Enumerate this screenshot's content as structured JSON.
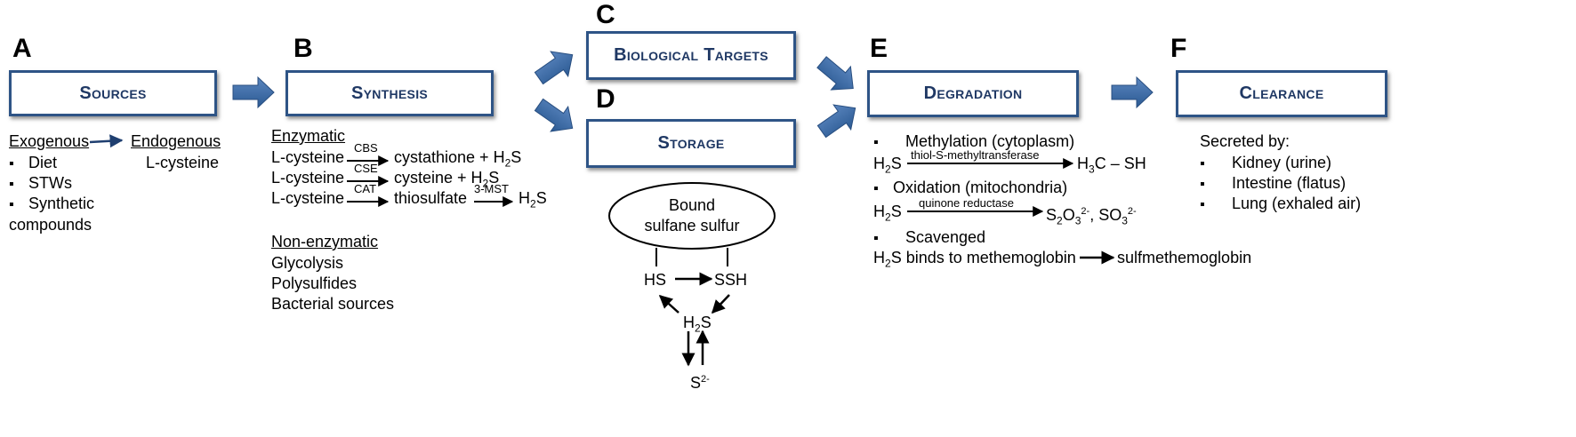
{
  "panels": {
    "A": {
      "letter": "A",
      "title": "Sources"
    },
    "B": {
      "letter": "B",
      "title": "Synthesis"
    },
    "C": {
      "letter": "C",
      "title": "Biological Targets"
    },
    "D": {
      "letter": "D",
      "title": "Storage"
    },
    "E": {
      "letter": "E",
      "title": "Degradation"
    },
    "F": {
      "letter": "F",
      "title": "Clearance"
    }
  },
  "sources": {
    "exogenous": "Exogenous",
    "endogenous": "Endogenous",
    "endogenous_item": "L-cysteine",
    "items": [
      "Diet",
      "STWs",
      "Synthetic"
    ],
    "items_wrap": "compounds"
  },
  "synthesis": {
    "enzymatic_header": "Enzymatic",
    "reactions": [
      {
        "substrate": "L-cysteine",
        "enzyme": "CBS",
        "product": "cystathione + H",
        "product_sub": "2",
        "product_tail": "S"
      },
      {
        "substrate": "L-cysteine",
        "enzyme": "CSE",
        "product": "cysteine + H",
        "product_sub": "2",
        "product_tail": "S"
      },
      {
        "substrate": "L-cysteine",
        "enzyme": "CAT",
        "product": "thiosulfate",
        "enzyme2": "3-MST",
        "product2": "H",
        "product2_sub": "2",
        "product2_tail": "S"
      }
    ],
    "nonenzymatic_header": "Non-enzymatic",
    "nonenzymatic": [
      "Glycolysis",
      "Polysulfides",
      "Bacterial sources"
    ]
  },
  "storage": {
    "bound_line1": "Bound",
    "bound_line2": "sulfane sulfur",
    "hs": "HS",
    "ssh": "SSH",
    "h2s": "H",
    "h2s_sub": "2",
    "h2s_tail": "S",
    "s2": "S",
    "s2_sup": "2-"
  },
  "degradation": {
    "methylation": "Methylation (cytoplasm)",
    "meth_enzyme": "thiol-S-methyltransferase",
    "meth_product": "H",
    "meth_product_sub": "3",
    "meth_product_tail": "C – SH",
    "oxidation": "Oxidation (mitochondria)",
    "ox_enzyme": "quinone reductase",
    "ox_p1": "S",
    "ox_p1_sub": "2",
    "ox_p1_mid": "O",
    "ox_p1_sub2": "3",
    "ox_p1_sup": "2-",
    "ox_p2": ", SO",
    "ox_p2_sub": "3",
    "ox_p2_sup": "2-",
    "scavenged": "Scavenged",
    "scav_text": "S binds to methemoglobin",
    "scav_product": "sulfmethemoglobin",
    "h2s": "H",
    "h2s_sub": "2",
    "h2s_tail": "S"
  },
  "clearance": {
    "header": "Secreted by:",
    "items": [
      "Kidney (urine)",
      "Intestine (flatus)",
      "Lung (exhaled air)"
    ]
  },
  "colors": {
    "box_border": "#2e5486",
    "box_text": "#1f3864",
    "arrow_fill": "#3b6aa3"
  }
}
